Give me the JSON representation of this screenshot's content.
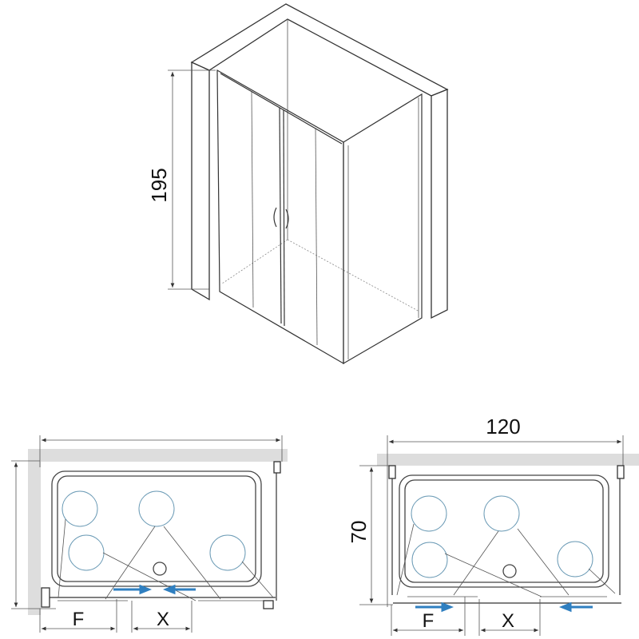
{
  "iso_view": {
    "height_label": "195"
  },
  "plan_left": {
    "width_label": "",
    "f_label": "F",
    "x_label": "X"
  },
  "plan_right": {
    "width_label": "120",
    "depth_label": "70",
    "f_label": "F",
    "x_label": "X"
  },
  "colors": {
    "line": "#333333",
    "wall_band": "#dddddd",
    "arrow": "#2f7fc0",
    "detail": "#6a9ab5"
  }
}
